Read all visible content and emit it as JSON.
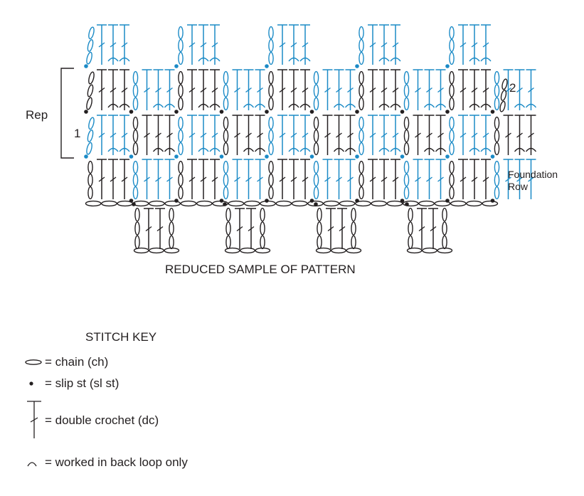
{
  "colors": {
    "ink": "#231f20",
    "accent": "#1a8ac6",
    "background": "#ffffff"
  },
  "chart": {
    "rep_label": "Rep",
    "row_labels": {
      "row1": "1",
      "row2": "2",
      "foundation": "Foundation\nRow"
    },
    "caption": "REDUCED SAMPLE OF PATTERN"
  },
  "key": {
    "title": "STITCH KEY",
    "items": [
      {
        "symbol": "chain-icon",
        "text": "= chain (ch)"
      },
      {
        "symbol": "slip-stitch-icon",
        "text": "= slip st (sl st)"
      },
      {
        "symbol": "double-crochet-icon",
        "text": "= double crochet (dc)"
      },
      {
        "symbol": "back-loop-icon",
        "text": "= worked in back loop only"
      }
    ]
  }
}
